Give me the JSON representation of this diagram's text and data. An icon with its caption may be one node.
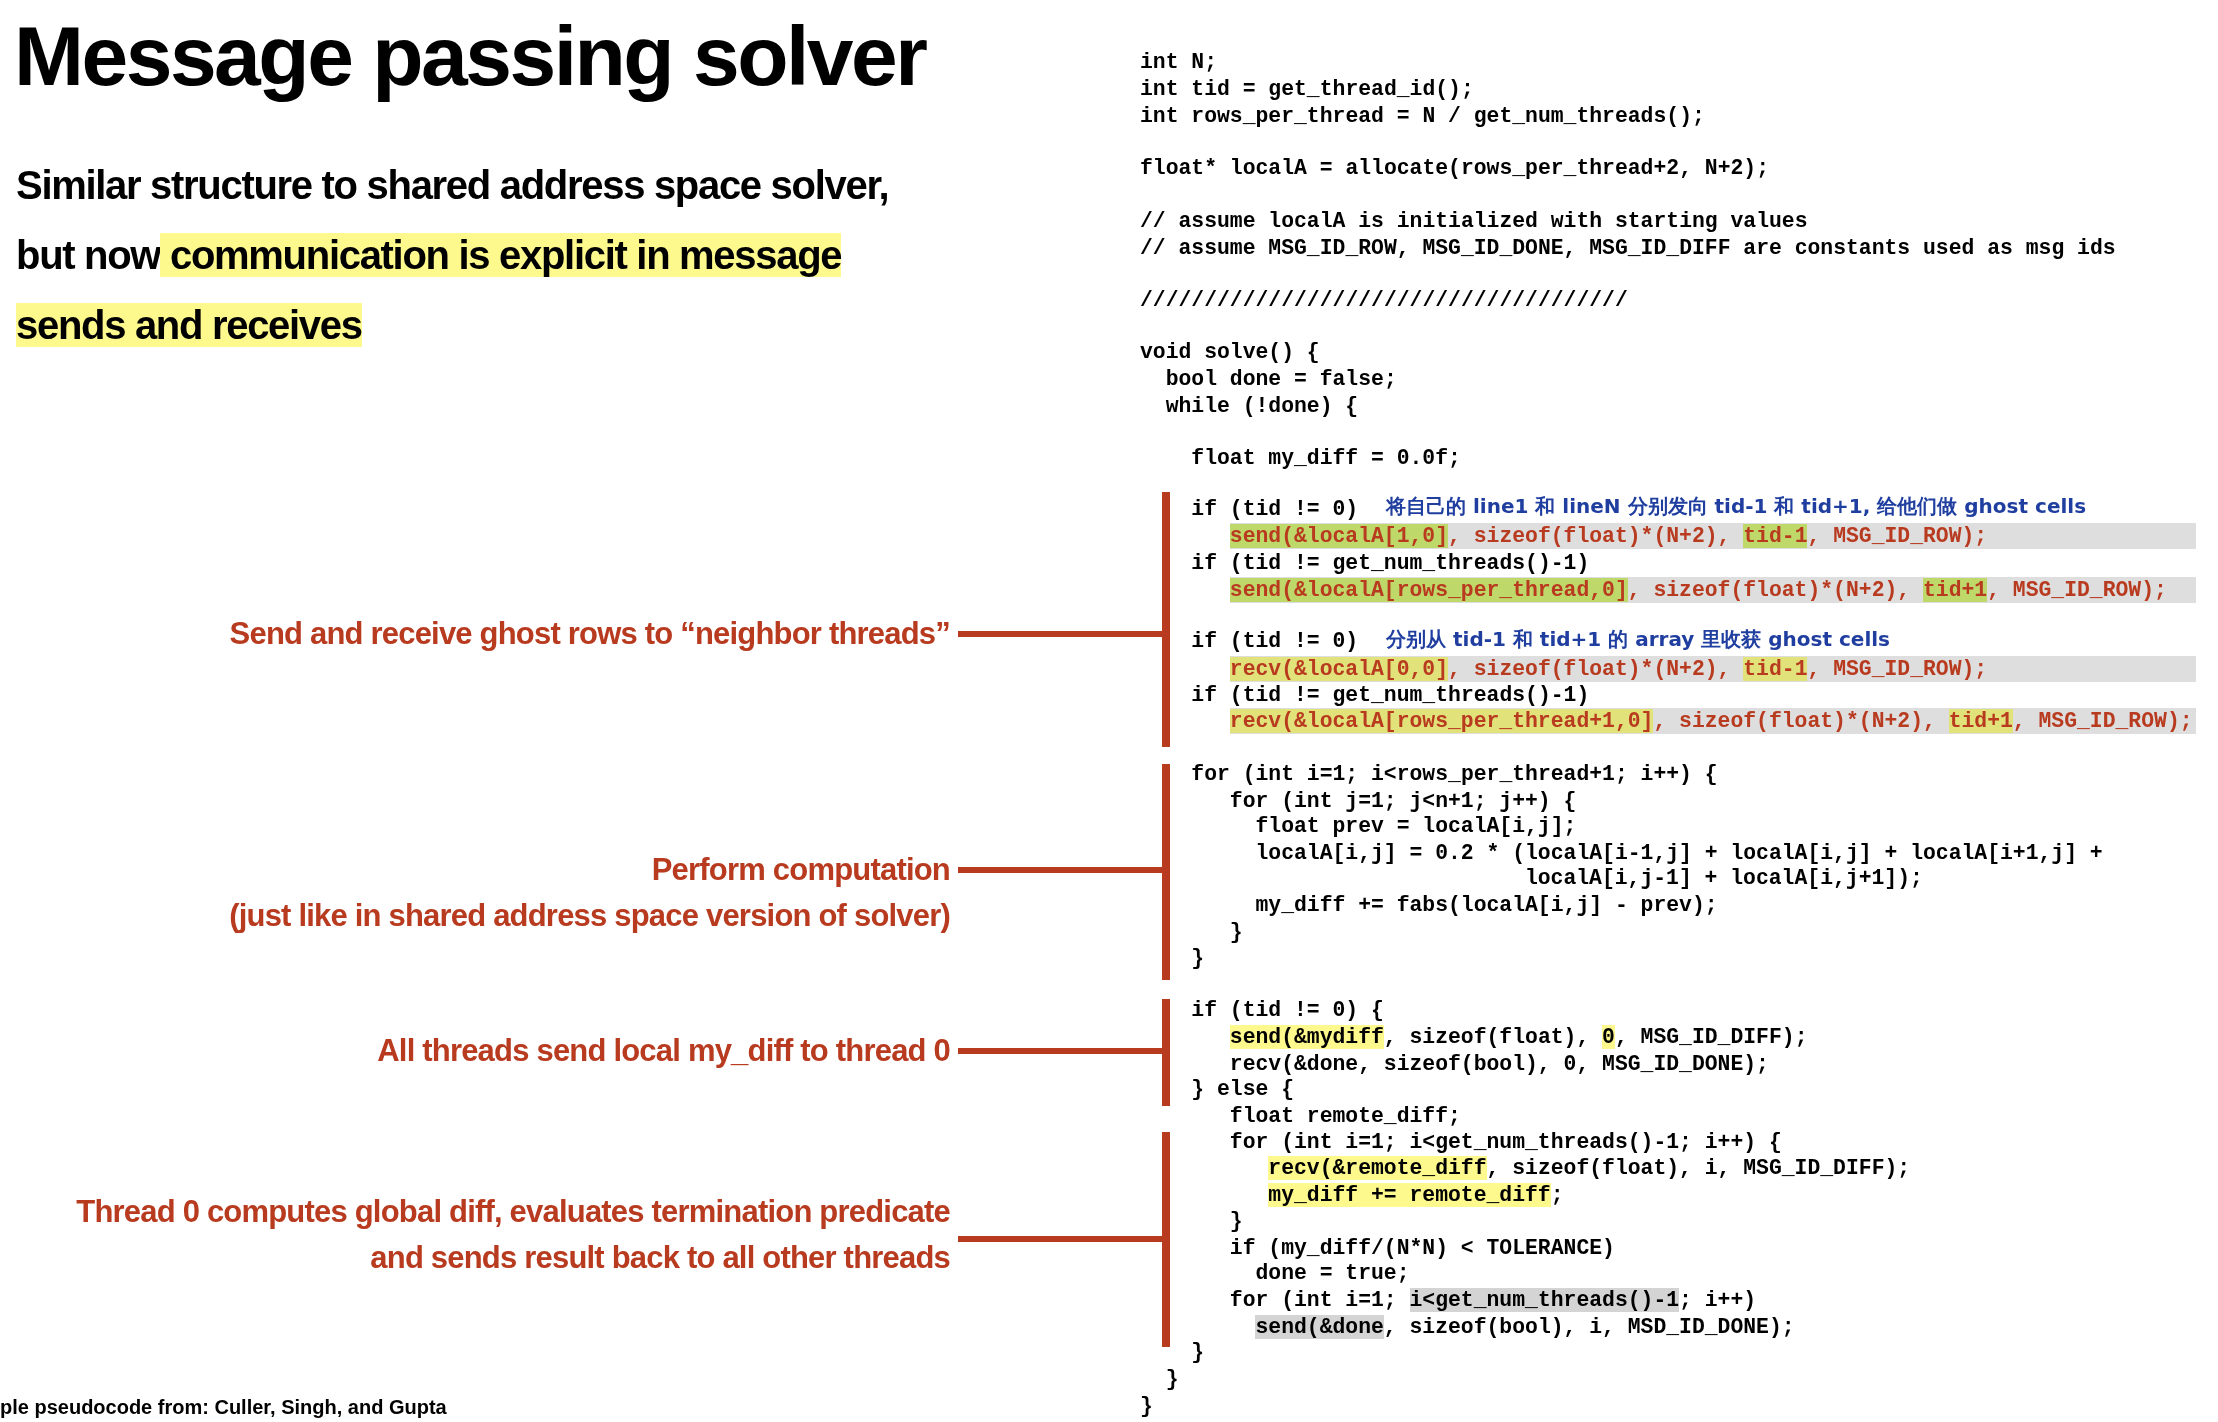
{
  "diagram": {
    "title": "Message passing solver",
    "nodes": [
      {
        "text": [
          "Send and receive ghost rows to “neighbor threads”"
        ]
      },
      {
        "text": [
          "Perform computation",
          "(just like in shared address space version of solver)"
        ]
      },
      {
        "text": [
          "All threads send local my_diff to thread 0"
        ]
      },
      {
        "text": [
          "Thread 0 computes global diff, evaluates termination predicate and sends result back to all other threads"
        ]
      },
      {
        "text": [],
        "shape": "bar"
      },
      {
        "text": [],
        "shape": "bar"
      },
      {
        "text": [],
        "shape": "bar"
      },
      {
        "text": [],
        "shape": "bar"
      }
    ],
    "edges": [
      {
        "from": 0,
        "to": 4,
        "arrow": "none"
      },
      {
        "from": 1,
        "to": 5,
        "arrow": "none"
      },
      {
        "from": 2,
        "to": 6,
        "arrow": "none"
      },
      {
        "from": 3,
        "to": 7,
        "arrow": "none"
      }
    ],
    "labels": [
      "Similar structure to shared address space solver, but now communication is explicit in message sends and receives",
      "int N;",
      "int tid = get_thread_id();",
      "int rows_per_thread = N / get_num_threads();",
      "float* localA = allocate(rows_per_thread+2, N+2);",
      "// assume localA is initialized with starting values",
      "// assume MSG_ID_ROW, MSG_ID_DONE, MSG_ID_DIFF are constants used as msg ids",
      "//////////////////////////////////////",
      "void solve() {",
      "bool done = false;",
      "while (!done) {",
      "float my_diff = 0.0f;",
      "if (tid != 0)",
      "将自己的 line1 和 lineN 分别发向 tid-1 和 tid+1, 给他们做 ghost cells",
      "send(&localA[1,0], sizeof(float)*(N+2), tid-1, MSG_ID_ROW);",
      "if (tid != get_num_threads()-1)",
      "send(&localA[rows_per_thread,0], sizeof(float)*(N+2), tid+1, MSG_ID_ROW);",
      "if (tid != 0)",
      "分别从 tid-1 和 tid+1 的 array 里收获 ghost cells",
      "recv(&localA[0,0], sizeof(float)*(N+2), tid-1, MSG_ID_ROW);",
      "if (tid != get_num_threads()-1)",
      "recv(&localA[rows_per_thread+1,0], sizeof(float)*(N+2), tid+1, MSG_ID_ROW);",
      "for (int i=1; i<rows_per_thread+1; i++) {",
      "for (int j=1; j<n+1; j++) {",
      "float prev = localA[i,j];",
      "localA[i,j] = 0.2 * (localA[i-1,j] + localA[i,j] + localA[i+1,j] +",
      "localA[i,j-1] + localA[i,j+1]);",
      "my_diff += fabs(localA[i,j] - prev);",
      "}",
      "}",
      "if (tid != 0) {",
      "send(&mydiff, sizeof(float), 0, MSG_ID_DIFF);",
      "recv(&done, sizeof(bool), 0, MSG_ID_DONE);",
      "} else {",
      "float remote_diff;",
      "for (int i=1; i<get_num_threads()-1; i++) {",
      "recv(&remote_diff, sizeof(float), i, MSG_ID_DIFF);",
      "my_diff += remote_diff;",
      "}",
      "if (my_diff/(N*N) < TOLERANCE)",
      "done = true;",
      "for (int i=1; i<get_num_threads()-1; i++)",
      "send(&done, sizeof(bool), i, MSD_ID_DONE);",
      "}",
      "}",
      "}",
      "ple pseudocode from: Culler, Singh, and Gupta"
    ]
  }
}
